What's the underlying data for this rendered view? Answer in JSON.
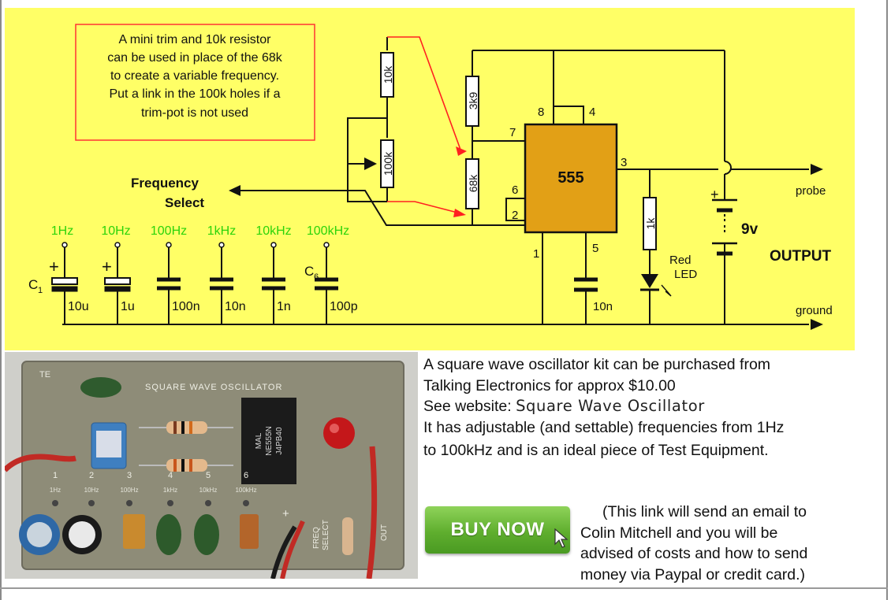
{
  "schematic": {
    "note_lines": [
      "A mini trim and 10k resistor",
      "can be used in place of the 68k",
      "to create a variable frequency.",
      "Put a link in the 100k holes if a",
      "trim-pot is not used"
    ],
    "frequency_select": [
      "Frequency",
      "Select"
    ],
    "frequencies": [
      "1Hz",
      "10Hz",
      "100Hz",
      "1kHz",
      "10kHz",
      "100kHz"
    ],
    "capacitor_values": [
      "10u",
      "1u",
      "100n",
      "10n",
      "1n",
      "100p"
    ],
    "cap_c1": "C",
    "cap_c1_sub": "1",
    "cap_c6": "C",
    "cap_c6_sub": "6",
    "resistors": {
      "r_10k": "10k",
      "r_100k": "100k",
      "r_3k9": "3k9",
      "r_68k": "68k",
      "r_1k": "1k"
    },
    "ic_label": "555",
    "pins": {
      "p8": "8",
      "p4": "4",
      "p7": "7",
      "p6": "6",
      "p2": "2",
      "p3": "3",
      "p1": "1",
      "p5": "5"
    },
    "timing_cap": "10n",
    "led_label": [
      "Red",
      "LED"
    ],
    "battery_label": "9v",
    "output_label": "OUTPUT",
    "probe_label": "probe",
    "ground_label": "ground",
    "plus": "+"
  },
  "pcb": {
    "title": "SQUARE WAVE OSCILLATOR",
    "corner": "TE",
    "ic_text": [
      "MAL",
      "NE555N",
      "J4PB40"
    ],
    "positions": [
      "1",
      "2",
      "3",
      "4",
      "5",
      "6"
    ],
    "pos_labels": [
      "1Hz",
      "10Hz",
      "100Hz",
      "1kHz",
      "10kHz",
      "100kHz"
    ],
    "plus": "+",
    "freq_select": [
      "FREQ",
      "SELECT"
    ],
    "out": "OUT"
  },
  "description": {
    "line1": "A square wave oscillator kit can be purchased from",
    "line2": "Talking Electronics for approx $10.00",
    "line3_prefix": "See website: ",
    "line3_link": "Square Wave Oscillator",
    "line4": "It has adjustable (and settable) frequencies from 1Hz",
    "line5": "to 100kHz and is an ideal piece of Test Equipment."
  },
  "buy_button": {
    "label": "BUY NOW"
  },
  "note": {
    "line1": "(This link will send an email to",
    "line2": "Colin Mitchell and you will be",
    "line3": "advised of costs and how to send",
    "line4": "money via Paypal or credit card.)"
  },
  "colors": {
    "schematic_bg": "#ffff66",
    "ic_fill": "#e2a016",
    "freq_green": "#2bd40a",
    "note_border": "#ff3333",
    "arrow_red": "#ff2020",
    "button_green": "#5fae2e"
  }
}
